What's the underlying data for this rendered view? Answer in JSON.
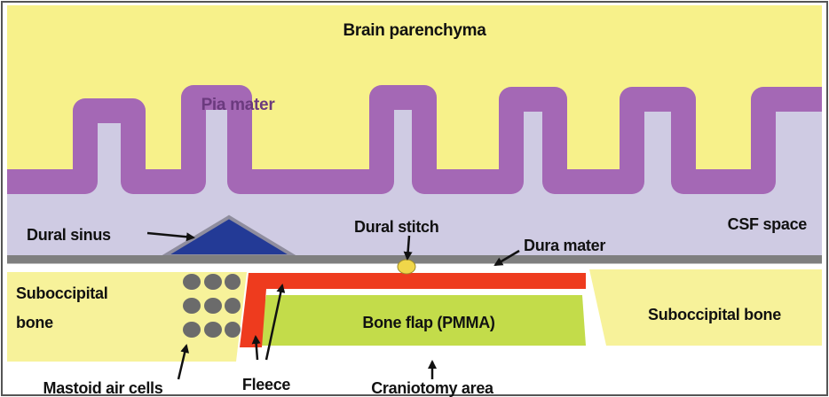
{
  "labels": {
    "brain_parenchyma": "Brain parenchyma",
    "pia_mater": "Pia mater",
    "csf_space": "CSF space",
    "dural_sinus": "Dural sinus",
    "dural_stitch": "Dural stitch",
    "dura_mater": "Dura mater",
    "suboccipital_bone_left_line1": "Suboccipital",
    "suboccipital_bone_left_line2": "bone",
    "suboccipital_bone_right": "Suboccipital bone",
    "bone_flap": "Bone flap (PMMA)",
    "mastoid_air_cells": "Mastoid air cells",
    "fleece": "Fleece",
    "craniotomy_area": "Craniotomy area"
  },
  "colors": {
    "brain_parenchyma": "#f7f18a",
    "pia_mater": "#a468b5",
    "csf_space": "#cfcbe3",
    "dural_sinus_fill": "#233a96",
    "dural_sinus_border": "#8f8d9e",
    "dura_mater": "#7f7f7f",
    "bone": "#f7f29a",
    "bone_flap": "#c3dc4a",
    "fleece": "#ee3b1e",
    "mastoid_air_cells": "#6b6b6b",
    "dural_stitch": "#f0d64a",
    "arrows": "#111111"
  }
}
